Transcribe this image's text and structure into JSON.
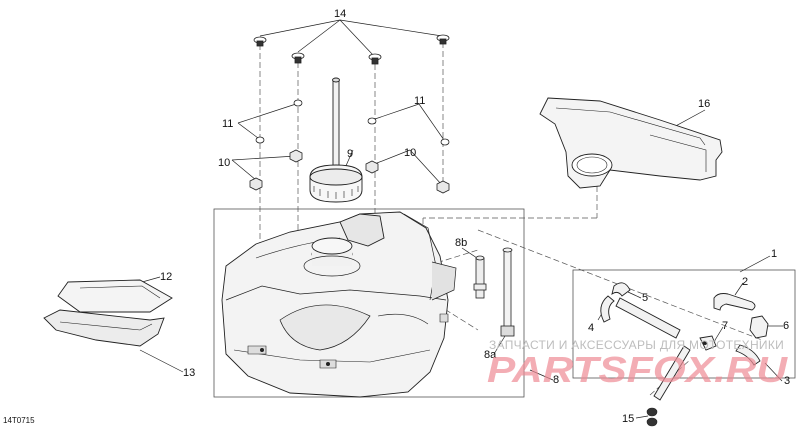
{
  "diagram": {
    "drawing_code": "14T0715",
    "watermark_text": "ЗАПЧАСТИ И АКСЕССУАРЫ ДЛЯ МОТОТЕХНИКИ",
    "logo_text": "PARTSFOX.RU",
    "callouts": {
      "c14": "14",
      "c16": "16",
      "c11a": "11",
      "c11b": "11",
      "c9": "9",
      "c10a": "10",
      "c10b": "10",
      "c8b": "8b",
      "c1": "1",
      "c12": "12",
      "c2": "2",
      "c5": "5",
      "c4": "4",
      "c6": "6",
      "c7": "7",
      "c8a": "8a",
      "c13": "13",
      "c8": "8",
      "c3": "3",
      "c15": "15"
    }
  }
}
